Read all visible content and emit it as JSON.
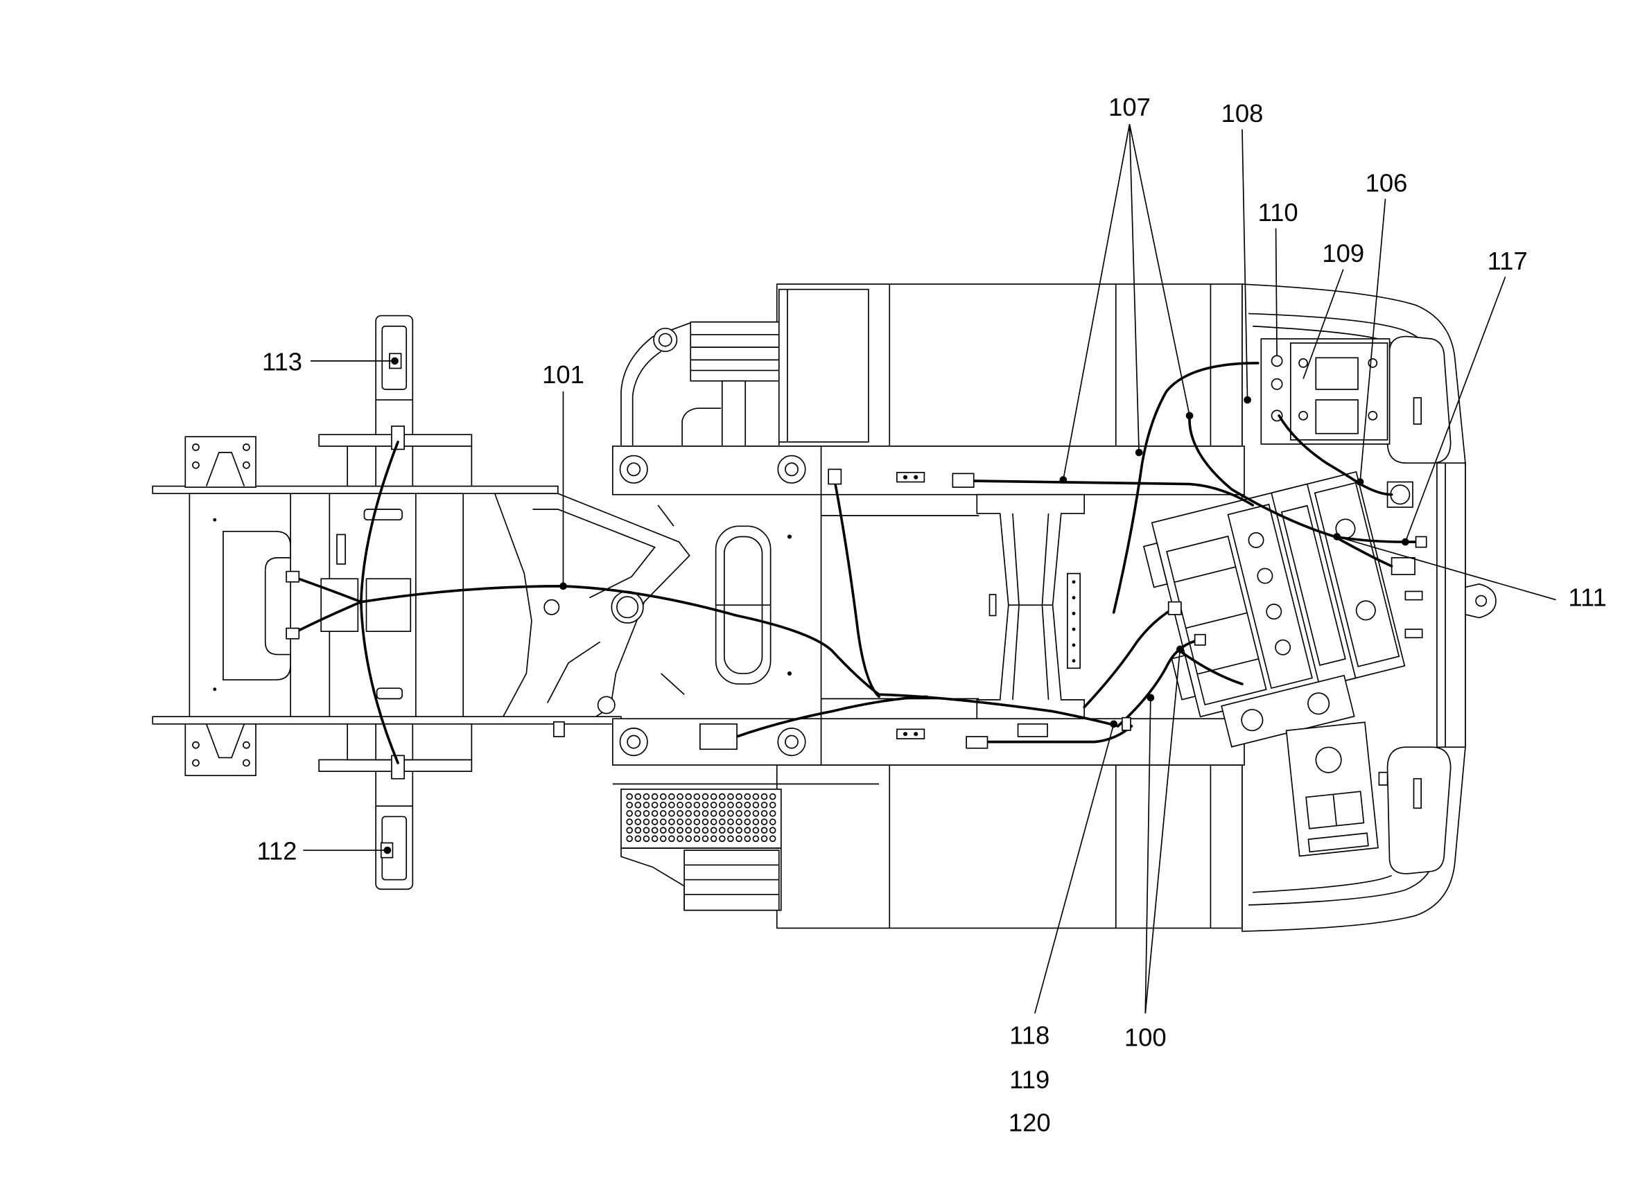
{
  "reference_numerals": {
    "n100": "100",
    "n101": "101",
    "n106": "106",
    "n107": "107",
    "n108": "108",
    "n109": "109",
    "n110": "110",
    "n111": "111",
    "n112": "112",
    "n113": "113",
    "n117": "117",
    "n118": "118",
    "n119": "119",
    "n120": "120"
  },
  "colors": {
    "line": "#000000",
    "background": "#ffffff"
  }
}
